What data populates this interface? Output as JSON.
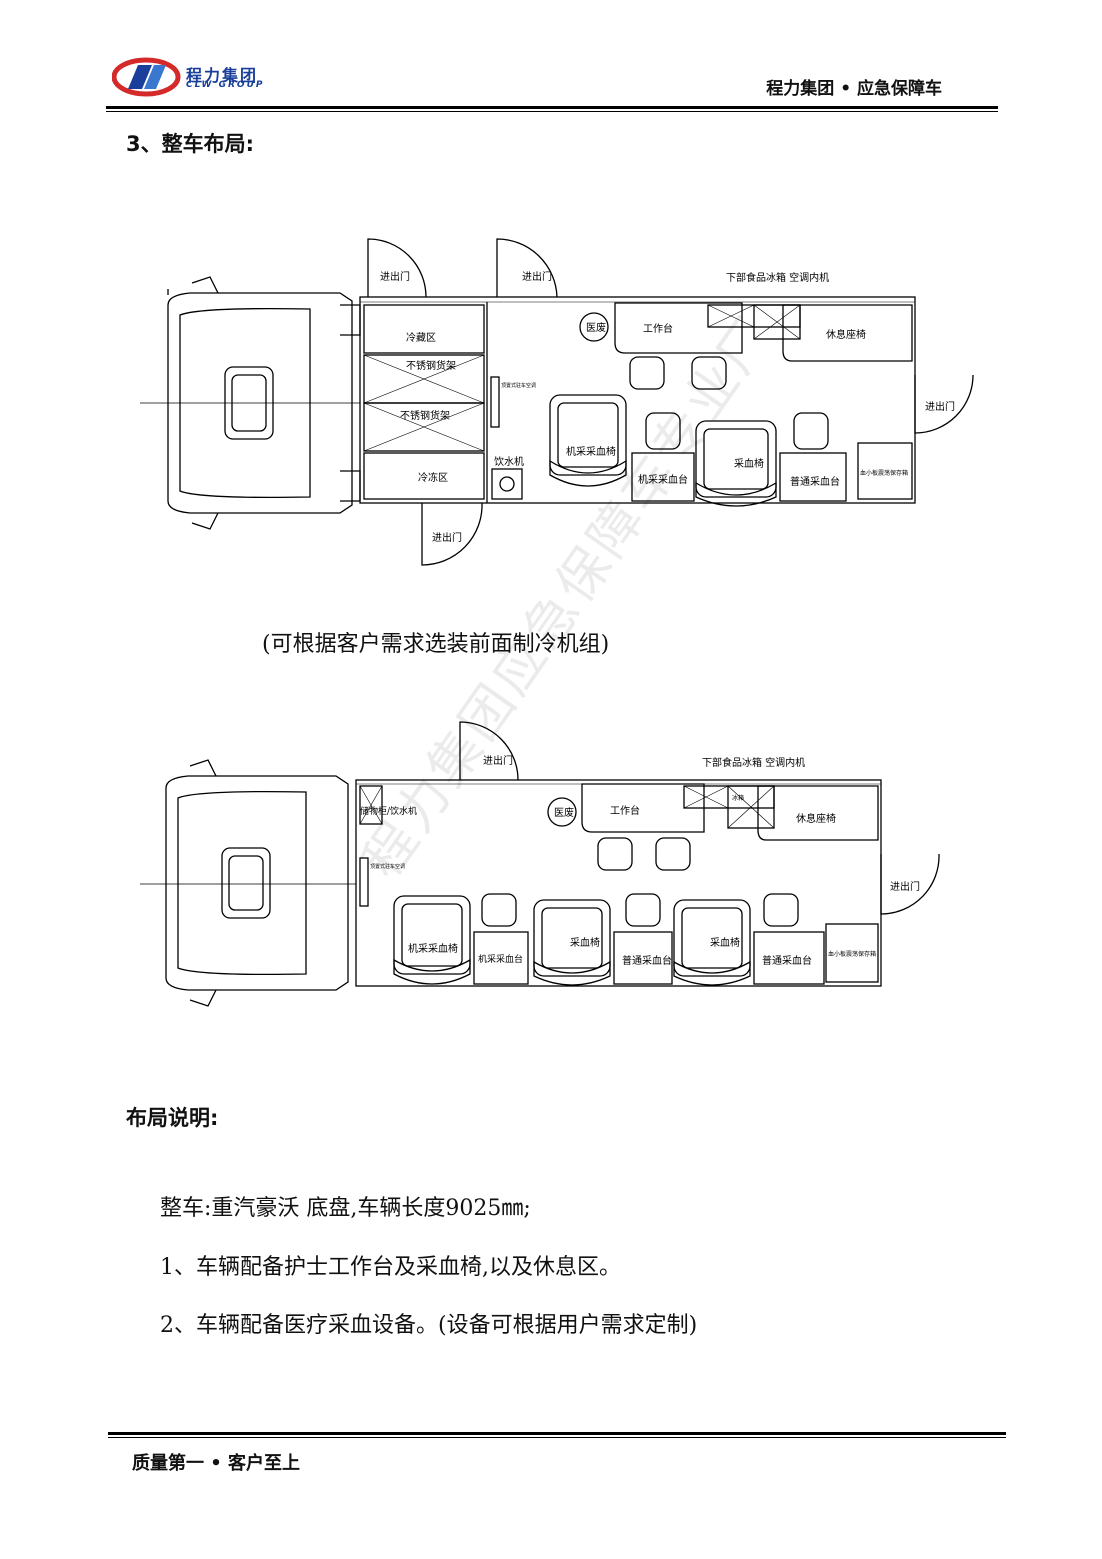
{
  "header": {
    "logo_cn": "程力集团",
    "logo_en": "CLW GROUP",
    "title": "程力集团 • 应急保障车"
  },
  "section_title": "3、整车布局:",
  "layout1": {
    "labels": {
      "door_top_left": "进出门",
      "door_top_mid": "进出门",
      "door_right": "进出门",
      "door_bottom": "进出门",
      "cold_storage": "冷藏区",
      "shelf1": "不锈钢货架",
      "shelf2": "不锈钢货架",
      "freeze": "冷冻区",
      "water_machine": "饮水机",
      "air_conditioner": "顶置式驻车空调",
      "trash": "医废",
      "workbench": "工作台",
      "fridge_ac": "下部食品冰箱  空调内机",
      "rest_seat": "休息座椅",
      "machine_chair": "机采采血椅",
      "machine_table": "机采采血台",
      "blood_chair": "采血椅",
      "normal_table": "普通采血台",
      "platelet_box": "血小板震荡保存箱"
    }
  },
  "caption": "(可根据客户需求选装前面制冷机组)",
  "layout2": {
    "labels": {
      "door_top": "进出门",
      "door_right": "进出门",
      "storage_water": "储物柜/饮水机",
      "air_conditioner": "顶置式驻车空调",
      "trash": "医废",
      "workbench": "工作台",
      "fridge_ac": "下部食品冰箱  空调内机",
      "fridge_small": "冰箱",
      "rest_seat": "休息座椅",
      "machine_chair": "机采采血椅",
      "machine_table": "机采采血台",
      "blood_chair1": "采血椅",
      "normal_table1": "普通采血台",
      "blood_chair2": "采血椅",
      "normal_table2": "普通采血台",
      "platelet_box": "血小板震荡保存箱"
    }
  },
  "watermark": "程力集团应急保障车专业厂",
  "notes_title": "布局说明:",
  "notes": [
    "整车:重汽豪沃 底盘,车辆长度9025㎜;",
    "1、车辆配备护士工作台及采血椅,以及休息区。",
    "2、车辆配备医疗采血设备。(设备可根据用户需求定制)"
  ],
  "footer": "质量第一 • 客户至上",
  "colors": {
    "logo_red": "#d42a2a",
    "logo_blue": "#1a3f9a"
  }
}
